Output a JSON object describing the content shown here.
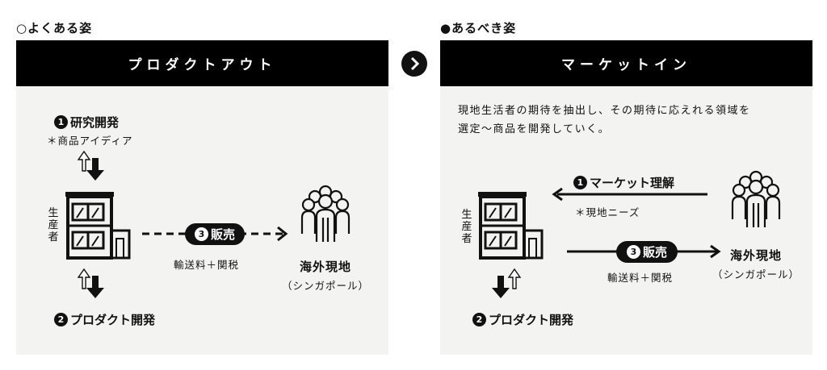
{
  "left": {
    "section_label": "○よくある姿",
    "header": "プロダクトアウト",
    "step1": {
      "num": "1",
      "label": "研究開発",
      "note": "＊商品アイディア"
    },
    "producer": [
      "生",
      "産",
      "者"
    ],
    "step2": {
      "num": "2",
      "label": "プロダクト開発"
    },
    "step3": {
      "num": "3",
      "label": "販売",
      "note": "輸送料＋関税"
    },
    "market": {
      "name": "海外現地",
      "sub": "（シンガポール）"
    }
  },
  "right": {
    "section_label": "●あるべき姿",
    "header": "マーケットイン",
    "description_line1": "現地生活者の期待を抽出し、その期待に応えれる領域を",
    "description_line2": "選定〜商品を開発していく。",
    "step1": {
      "num": "1",
      "label": "マーケット理解",
      "note": "＊現地ニーズ"
    },
    "producer": [
      "生",
      "産",
      "者"
    ],
    "step2": {
      "num": "2",
      "label": "プロダクト開発"
    },
    "step3": {
      "num": "3",
      "label": "販売",
      "note": "輸送料＋関税"
    },
    "market": {
      "name": "海外現地",
      "sub": "（シンガポール）"
    }
  },
  "icons": {
    "arrow": "chevron-right-icon",
    "building": "building-icon",
    "people": "people-group-icon"
  }
}
